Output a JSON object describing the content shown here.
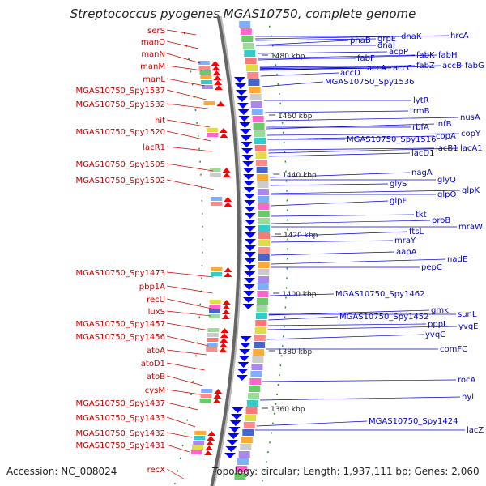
{
  "title": "Streptococcus pyogenes MGAS10750, complete genome",
  "footer": {
    "accession": "Accession: NC_008024",
    "topology": "Topology: circular; Length: 1,937,111 bp; Genes: 2,060"
  },
  "colors": {
    "left_labels": "#cc0000",
    "right_labels": "#0000cc",
    "forward_arrows": "#ff0000",
    "reverse_arrows": "#0000ff"
  },
  "kbp_ticks": [
    "1480 kbp",
    "1460 kbp",
    "1440 kbp",
    "1420 kbp",
    "1400 kbp",
    "1380 kbp",
    "1360 kbp"
  ],
  "left_labels": [
    "serS",
    "manO",
    "manN",
    "manM",
    "manL",
    "MGAS10750_Spy1537",
    "MGAS10750_Spy1532",
    "hit",
    "MGAS10750_Spy1520",
    "lacR1",
    "MGAS10750_Spy1505",
    "MGAS10750_Spy1502",
    "MGAS10750_Spy1473",
    "pbp1A",
    "recU",
    "luxS",
    "MGAS10750_Spy1457",
    "MGAS10750_Spy1456",
    "atoA",
    "atoD1",
    "atoB",
    "cysM",
    "MGAS10750_Spy1437",
    "MGAS10750_Spy1433",
    "MGAS10750_Spy1432",
    "MGAS10750_Spy1431",
    "recX"
  ],
  "right_labels": [
    "dnaK",
    "grpE",
    "hrcA",
    "phaB",
    "dnaJ",
    "acpP",
    "fabK",
    "fabH",
    "fabF",
    "fabZ",
    "accB",
    "fabG",
    "accA",
    "accC",
    "accD",
    "MGAS10750_Spy1536",
    "lytR",
    "trmB",
    "nusA",
    "infB",
    "rbfA",
    "copY",
    "copA",
    "lacA1",
    "MGAS10750_Spy1516",
    "lacB1",
    "lacD1",
    "nagA",
    "glyQ",
    "glyS",
    "glpK",
    "glpF",
    "glpO",
    "tkt",
    "proB",
    "ftsL",
    "mraW",
    "mraY",
    "aapA",
    "nadE",
    "pepC",
    "MGAS10750_Spy1462",
    "MGAS10750_Spy1452",
    "gmk",
    "sunL",
    "pppL",
    "yvqE",
    "yvqC",
    "comFC",
    "rocA",
    "hyl",
    "MGAS10750_Spy1424",
    "lacZ"
  ]
}
